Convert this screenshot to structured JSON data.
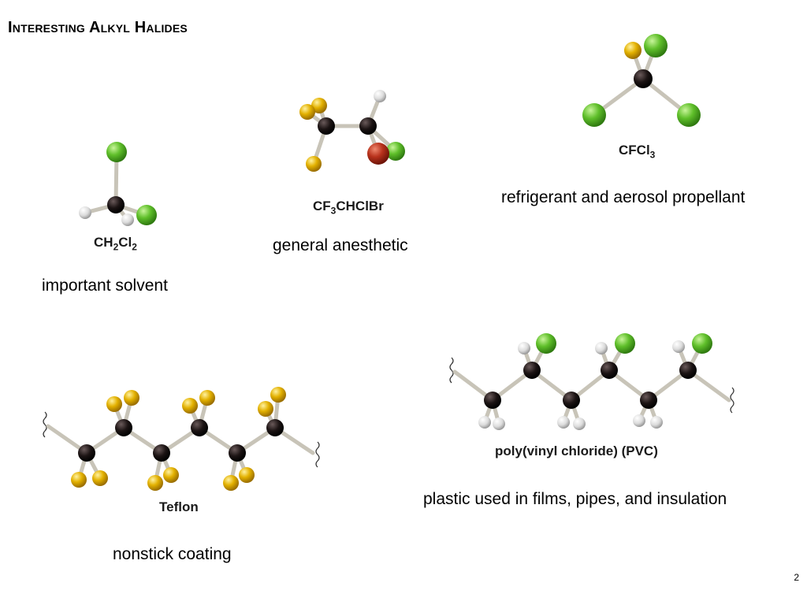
{
  "slide": {
    "title": "Interesting Alkyl Halides",
    "page_number": "2"
  },
  "molecules": {
    "dichloromethane": {
      "formula_parts": [
        "CH",
        "2",
        "Cl",
        "2"
      ],
      "caption": "important solvent"
    },
    "halothane": {
      "formula_parts": [
        "CF",
        "3",
        "CHClBr"
      ],
      "caption": "general anesthetic"
    },
    "freon": {
      "formula_parts": [
        "CFCl",
        "3"
      ],
      "caption": "refrigerant and aerosol propellant"
    },
    "teflon": {
      "name": "Teflon",
      "caption": "nonstick coating"
    },
    "pvc": {
      "name": "poly(vinyl chloride) (PVC)",
      "caption": "plastic used in films, pipes, and insulation"
    }
  },
  "atom_colors": {
    "carbon": "#1c1414",
    "hydrogen": "#e6e6e6",
    "fluorine": "#e3b100",
    "chlorine": "#5fbf2a",
    "bromine": "#b8321c",
    "bond": "#c8c4b8"
  }
}
